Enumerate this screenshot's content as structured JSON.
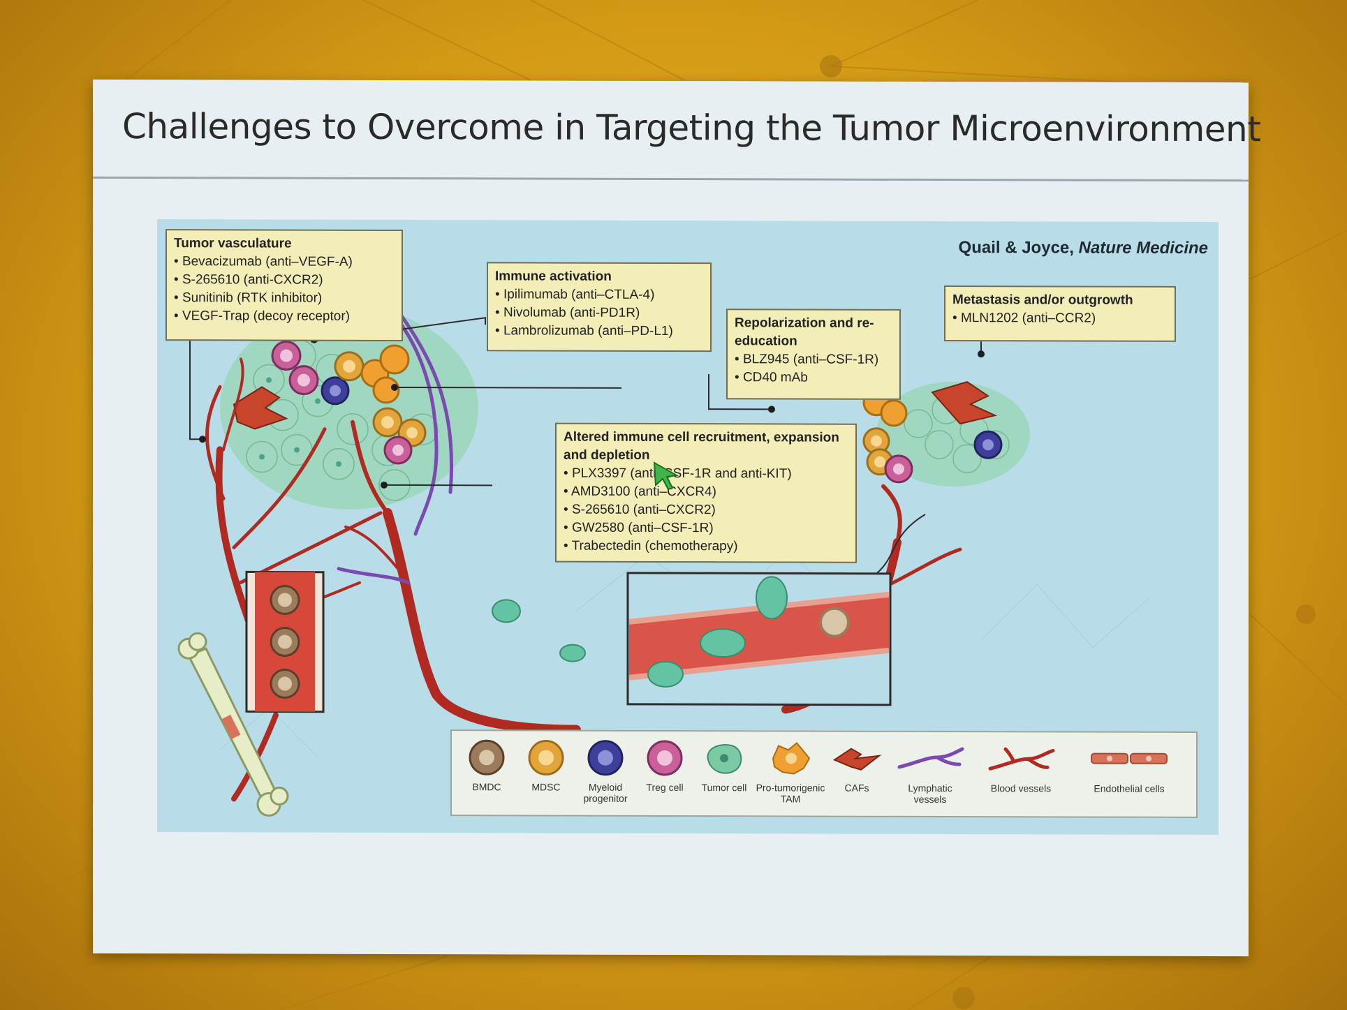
{
  "slide": {
    "title": "Challenges to Overcome in Targeting the Tumor Microenvironment"
  },
  "figure": {
    "citation_authors": "Quail & Joyce,",
    "citation_journal": "Nature Medicine",
    "boxes": {
      "tumor_vasculature": {
        "heading": "Tumor vasculature",
        "items": [
          "Bevacizumab (anti–VEGF-A)",
          "S-265610 (anti-CXCR2)",
          "Sunitinib (RTK inhibitor)",
          "VEGF-Trap (decoy receptor)"
        ]
      },
      "immune_activation": {
        "heading": "Immune activation",
        "items": [
          "Ipilimumab (anti–CTLA-4)",
          "Nivolumab (anti-PD1R)",
          "Lambrolizumab (anti–PD-L1)"
        ]
      },
      "repolarization": {
        "heading": "Repolarization and re-education",
        "items": [
          "BLZ945 (anti–CSF-1R)",
          "CD40 mAb"
        ]
      },
      "metastasis": {
        "heading": "Metastasis and/or outgrowth",
        "items": [
          "MLN1202 (anti–CCR2)"
        ]
      },
      "altered_recruitment": {
        "heading": "Altered immune cell recruitment, expansion and depletion",
        "items": [
          "PLX3397 (anti–CSF-1R and anti-KIT)",
          "AMD3100 (anti–CXCR4)",
          "S-265610 (anti–CXCR2)",
          "GW2580 (anti–CSF-1R)",
          "Trabectedin (chemotherapy)"
        ]
      }
    },
    "legend": [
      {
        "label": "BMDC",
        "icon": "bmdc-cell-icon",
        "color": "#9c7a5c"
      },
      {
        "label": "MDSC",
        "icon": "mdsc-cell-icon",
        "color": "#e2a53a"
      },
      {
        "label": "Myeloid progenitor",
        "icon": "myeloid-progenitor-icon",
        "color": "#3d3f9a"
      },
      {
        "label": "Treg cell",
        "icon": "treg-cell-icon",
        "color": "#c9609a"
      },
      {
        "label": "Tumor cell",
        "icon": "tumor-cell-icon",
        "color": "#7ccaa4"
      },
      {
        "label": "Pro-tumorigenic TAM",
        "icon": "tam-icon",
        "color": "#f0a030"
      },
      {
        "label": "CAFs",
        "icon": "caf-icon",
        "color": "#c8452c"
      },
      {
        "label": "Lymphatic vessels",
        "icon": "lymphatic-vessel-icon",
        "color": "#7a4ab0"
      },
      {
        "label": "Blood vessels",
        "icon": "blood-vessel-icon",
        "color": "#b02a22"
      },
      {
        "label": "Endothelial cells",
        "icon": "endothelial-cell-icon",
        "color": "#d9725a"
      }
    ]
  },
  "colors": {
    "background": "#d8a21c",
    "slide": "#e8eff2",
    "figure_bg": "#b9dde8",
    "box_fill": "#f3eeb8",
    "vessel_red": "#b02a22",
    "cursor": "#3fb54a"
  }
}
